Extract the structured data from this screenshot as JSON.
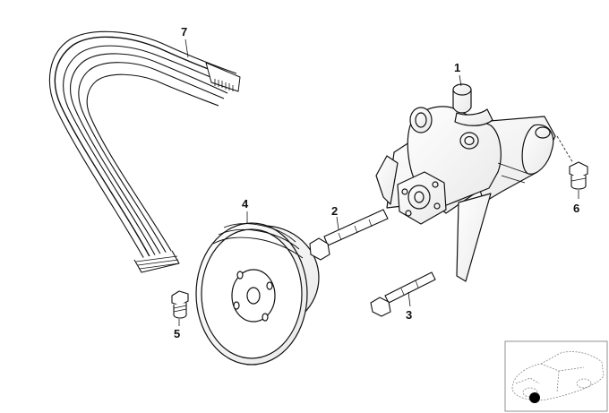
{
  "diagram": {
    "callouts": [
      {
        "id": "1",
        "label": "1"
      },
      {
        "id": "2",
        "label": "2"
      },
      {
        "id": "3",
        "label": "3"
      },
      {
        "id": "4",
        "label": "4"
      },
      {
        "id": "5",
        "label": "5"
      },
      {
        "id": "6",
        "label": "6"
      },
      {
        "id": "7",
        "label": "7"
      }
    ],
    "parts": {
      "belt": "ribbed-v-belt",
      "pump": "power-steering-pump",
      "pulley": "belt-pulley",
      "bolt_long": "hex-bolt",
      "bolt_short": "hex-bolt",
      "screw_small": "hex-screw",
      "bolt_flange": "flange-bolt"
    },
    "thumbnail": {
      "icon": "vehicle-locator-icon",
      "marker_color": "#000000"
    }
  }
}
